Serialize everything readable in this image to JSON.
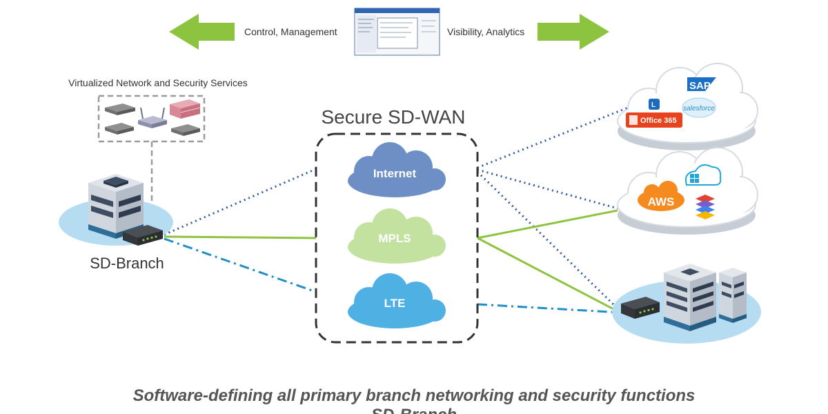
{
  "top": {
    "control_label": "Control, Management",
    "visibility_label": "Visibility, Analytics"
  },
  "services": {
    "title": "Virtualized Network and Security Services"
  },
  "wan": {
    "title": "Secure SD-WAN",
    "links": [
      "Internet",
      "MPLS",
      "LTE"
    ]
  },
  "branch": {
    "label": "SD-Branch"
  },
  "saas": {
    "sap": "SAP",
    "office365": "Office 365",
    "salesforce": "salesforce"
  },
  "iaas": {
    "aws": "AWS"
  },
  "caption": {
    "line1": "Software-defining all primary branch networking and security functions",
    "line2": "SD-Branch"
  },
  "colors": {
    "arrow_green": "#8cc43f",
    "internet_cloud": "#6e8fc6",
    "mpls_cloud": "#c3e2a0",
    "lte_cloud": "#4fb0e3",
    "dotted_link": "#2e5a9c",
    "mpls_link": "#8cc43f",
    "lte_link": "#1f8fc5",
    "site_base": "#b6dcf2"
  }
}
